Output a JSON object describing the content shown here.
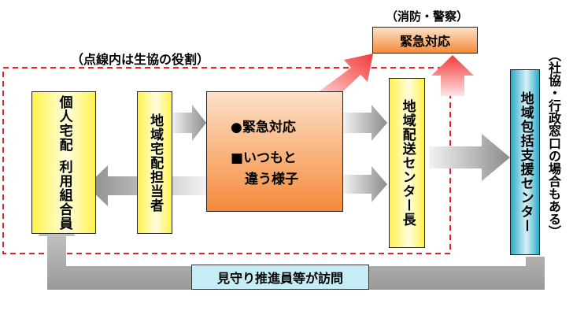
{
  "labels": {
    "fire_police_note": "（消防・警察）",
    "dotted_area_note": "（点線内は生協の役割）",
    "municipal_note": "（社協・行政窓口の場合もある）"
  },
  "nodes": {
    "emergency_response": "緊急対応",
    "member_line1": "個人宅配",
    "member_line2": "利用組合員",
    "delivery_staff": "地域宅配担当者",
    "center_line1": "●緊急対応",
    "center_line2": "■いつもと",
    "center_line3": "違う様子",
    "delivery_center_head": "地域配送センター長",
    "support_center": "地域包括支援センター"
  },
  "bottom_bar": {
    "label": "見守り推進員等が訪問"
  }
}
